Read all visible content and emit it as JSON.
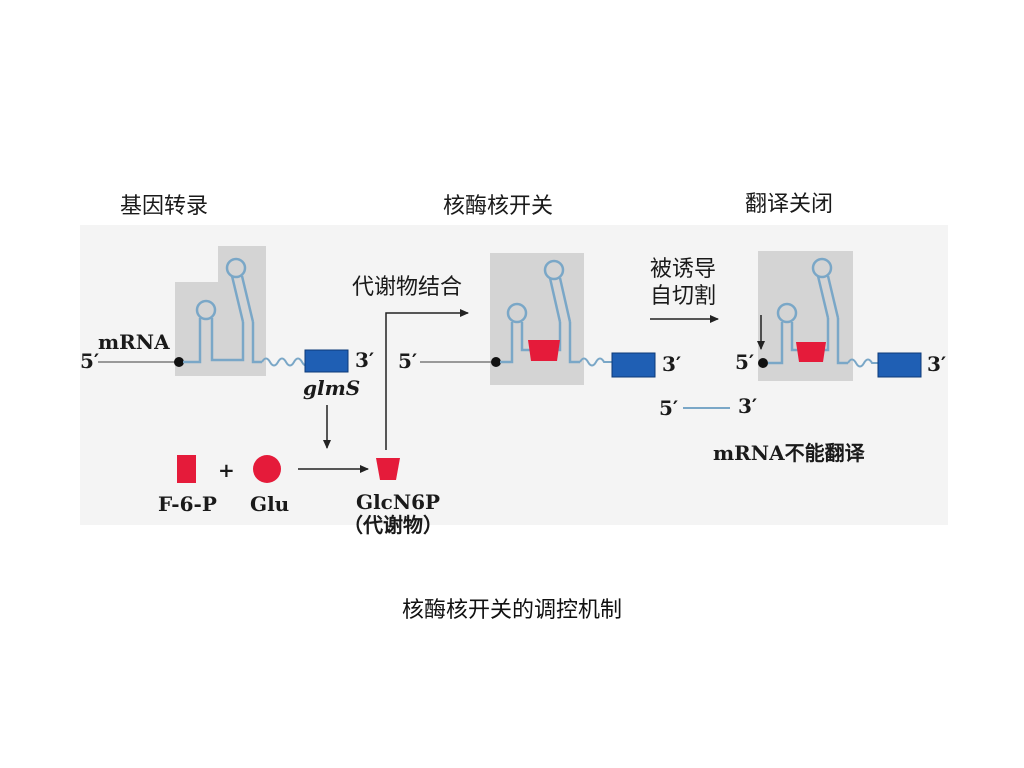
{
  "headings": {
    "transcription": "基因转录",
    "switch": "核酶核开关",
    "translation_off": "翻译关闭"
  },
  "labels": {
    "mrna": "mRNA",
    "five_prime": "5′",
    "three_prime": "3′",
    "gene": "glmS",
    "metabolite_binding": "代谢物结合",
    "self_cleavage_line1": "被诱导",
    "self_cleavage_line2": "自切割",
    "plus": "+",
    "f6p": "F-6-P",
    "glu": "Glu",
    "glcn6p": "GlcN6P",
    "metabolite_note": "（代谢物）",
    "no_translation": "mRNA不能翻译"
  },
  "caption": "核酶核开关的调控机制",
  "colors": {
    "gene_box": "#1f5fb4",
    "metabolite": "#e51b3a",
    "switch_bg": "#d8d8d8",
    "panel_bg": "#f3f3f3",
    "rna_line": "#7aa7c7"
  }
}
